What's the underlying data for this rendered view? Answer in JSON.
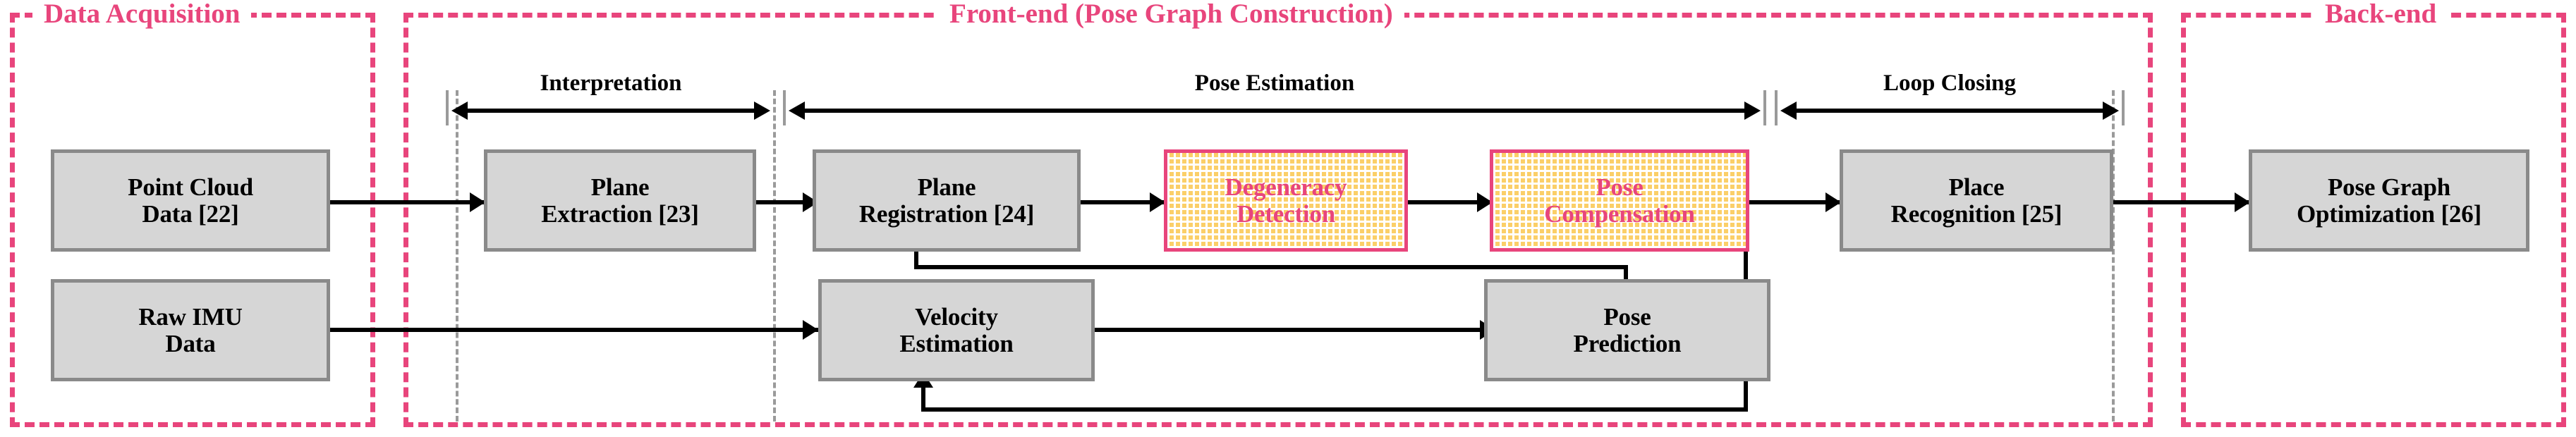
{
  "diagram": {
    "title_domain": "SLAM system pipeline",
    "colors": {
      "accent_pink": "#e8457c",
      "highlight_fill": "#fbcf68",
      "box_fill": "#d6d6d6",
      "box_border": "#8a8a8a",
      "connector": "#000000"
    }
  },
  "regions": [
    {
      "id": "data-acquisition",
      "label": "Data Acquisition"
    },
    {
      "id": "front-end",
      "label": "Front-end (Pose Graph Construction)"
    },
    {
      "id": "back-end",
      "label": "Back-end"
    }
  ],
  "phases": [
    {
      "id": "interpretation",
      "label": "Interpretation"
    },
    {
      "id": "pose-estimation",
      "label": "Pose Estimation"
    },
    {
      "id": "loop-closing",
      "label": "Loop Closing"
    }
  ],
  "nodes": [
    {
      "id": "point-cloud-data",
      "line1": "Point Cloud",
      "line2": "Data [22]",
      "style": "grey"
    },
    {
      "id": "raw-imu-data",
      "line1": "Raw IMU",
      "line2": "Data",
      "style": "grey"
    },
    {
      "id": "plane-extraction",
      "line1": "Plane",
      "line2": "Extraction [23]",
      "style": "grey"
    },
    {
      "id": "plane-registration",
      "line1": "Plane",
      "line2": "Registration [24]",
      "style": "grey"
    },
    {
      "id": "degeneracy-detection",
      "line1": "Degeneracy",
      "line2": "Detection",
      "style": "highlight"
    },
    {
      "id": "pose-compensation",
      "line1": "Pose",
      "line2": "Compensation",
      "style": "highlight"
    },
    {
      "id": "place-recognition",
      "line1": "Place",
      "line2": "Recognition [25]",
      "style": "grey"
    },
    {
      "id": "pose-graph-optimization",
      "line1": "Pose Graph",
      "line2": "Optimization [26]",
      "style": "grey"
    },
    {
      "id": "velocity-estimation",
      "line1": "Velocity",
      "line2": "Estimation",
      "style": "grey"
    },
    {
      "id": "pose-prediction",
      "line1": "Pose",
      "line2": "Prediction",
      "style": "grey"
    }
  ],
  "edges": [
    {
      "from": "point-cloud-data",
      "to": "plane-extraction",
      "kind": "forward"
    },
    {
      "from": "plane-extraction",
      "to": "plane-registration",
      "kind": "forward"
    },
    {
      "from": "plane-registration",
      "to": "degeneracy-detection",
      "kind": "forward"
    },
    {
      "from": "degeneracy-detection",
      "to": "pose-compensation",
      "kind": "forward"
    },
    {
      "from": "pose-compensation",
      "to": "place-recognition",
      "kind": "forward"
    },
    {
      "from": "place-recognition",
      "to": "pose-graph-optimization",
      "kind": "forward"
    },
    {
      "from": "raw-imu-data",
      "to": "velocity-estimation",
      "kind": "forward"
    },
    {
      "from": "velocity-estimation",
      "to": "pose-prediction",
      "kind": "forward"
    },
    {
      "from": "pose-prediction",
      "to": "plane-registration",
      "kind": "feedback-up"
    },
    {
      "from": "pose-compensation",
      "to": "velocity-estimation",
      "kind": "feedback-loop"
    }
  ]
}
